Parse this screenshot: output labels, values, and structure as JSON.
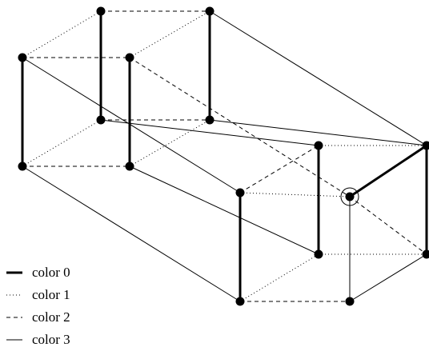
{
  "legend": {
    "items": [
      {
        "label": "color 0",
        "style": "thick-solid"
      },
      {
        "label": "color 1",
        "style": "dotted"
      },
      {
        "label": "color 2",
        "style": "dashed"
      },
      {
        "label": "color 3",
        "style": "thin-solid"
      }
    ]
  },
  "colors": {
    "line": "#000000",
    "vertex": "#000000",
    "background": "#ffffff"
  },
  "diagram": {
    "highlighted_vertex": "v13",
    "vertices": [
      "v0",
      "v1",
      "v2",
      "v3",
      "v4",
      "v5",
      "v6",
      "v7",
      "v8",
      "v9",
      "v10",
      "v11",
      "v12",
      "v13",
      "v14",
      "v15",
      "v16",
      "v17",
      "v18",
      "v19"
    ],
    "edges": [
      {
        "from": "v0",
        "to": "v1",
        "color": 0
      },
      {
        "from": "v2",
        "to": "v3",
        "color": 0
      },
      {
        "from": "v4",
        "to": "v5",
        "color": 0
      },
      {
        "from": "v6",
        "to": "v7",
        "color": 0
      },
      {
        "from": "v8",
        "to": "v9",
        "color": 0
      },
      {
        "from": "v10",
        "to": "v11",
        "color": 0
      },
      {
        "from": "v12",
        "to": "v14",
        "color": 0
      },
      {
        "from": "v13",
        "to": "v12",
        "color": 0
      },
      {
        "from": "v0",
        "to": "v4",
        "color": 1
      },
      {
        "from": "v1",
        "to": "v5",
        "color": 1
      },
      {
        "from": "v2",
        "to": "v6",
        "color": 1
      },
      {
        "from": "v3",
        "to": "v7",
        "color": 1
      },
      {
        "from": "v8",
        "to": "v13",
        "color": 1
      },
      {
        "from": "v9",
        "to": "v18",
        "color": 1
      },
      {
        "from": "v10",
        "to": "v12",
        "color": 1
      },
      {
        "from": "v11",
        "to": "v14",
        "color": 1
      },
      {
        "from": "v0",
        "to": "v2",
        "color": 2
      },
      {
        "from": "v1",
        "to": "v3",
        "color": 2
      },
      {
        "from": "v4",
        "to": "v6",
        "color": 2
      },
      {
        "from": "v5",
        "to": "v7",
        "color": 2
      },
      {
        "from": "v6",
        "to": "v13",
        "color": 2
      },
      {
        "from": "v8",
        "to": "v10",
        "color": 2
      },
      {
        "from": "v9",
        "to": "v11",
        "color": 2
      },
      {
        "from": "v10",
        "to": "v12",
        "color": 2
      },
      {
        "from": "v2",
        "to": "v12",
        "color": 3
      },
      {
        "from": "v4",
        "to": "v8",
        "color": 3
      },
      {
        "from": "v5",
        "to": "v9",
        "color": 3
      },
      {
        "from": "v7",
        "to": "v11",
        "color": 3
      },
      {
        "from": "v13",
        "to": "v18",
        "color": 3
      },
      {
        "from": "v3",
        "to": "v14",
        "color": 3
      }
    ]
  }
}
